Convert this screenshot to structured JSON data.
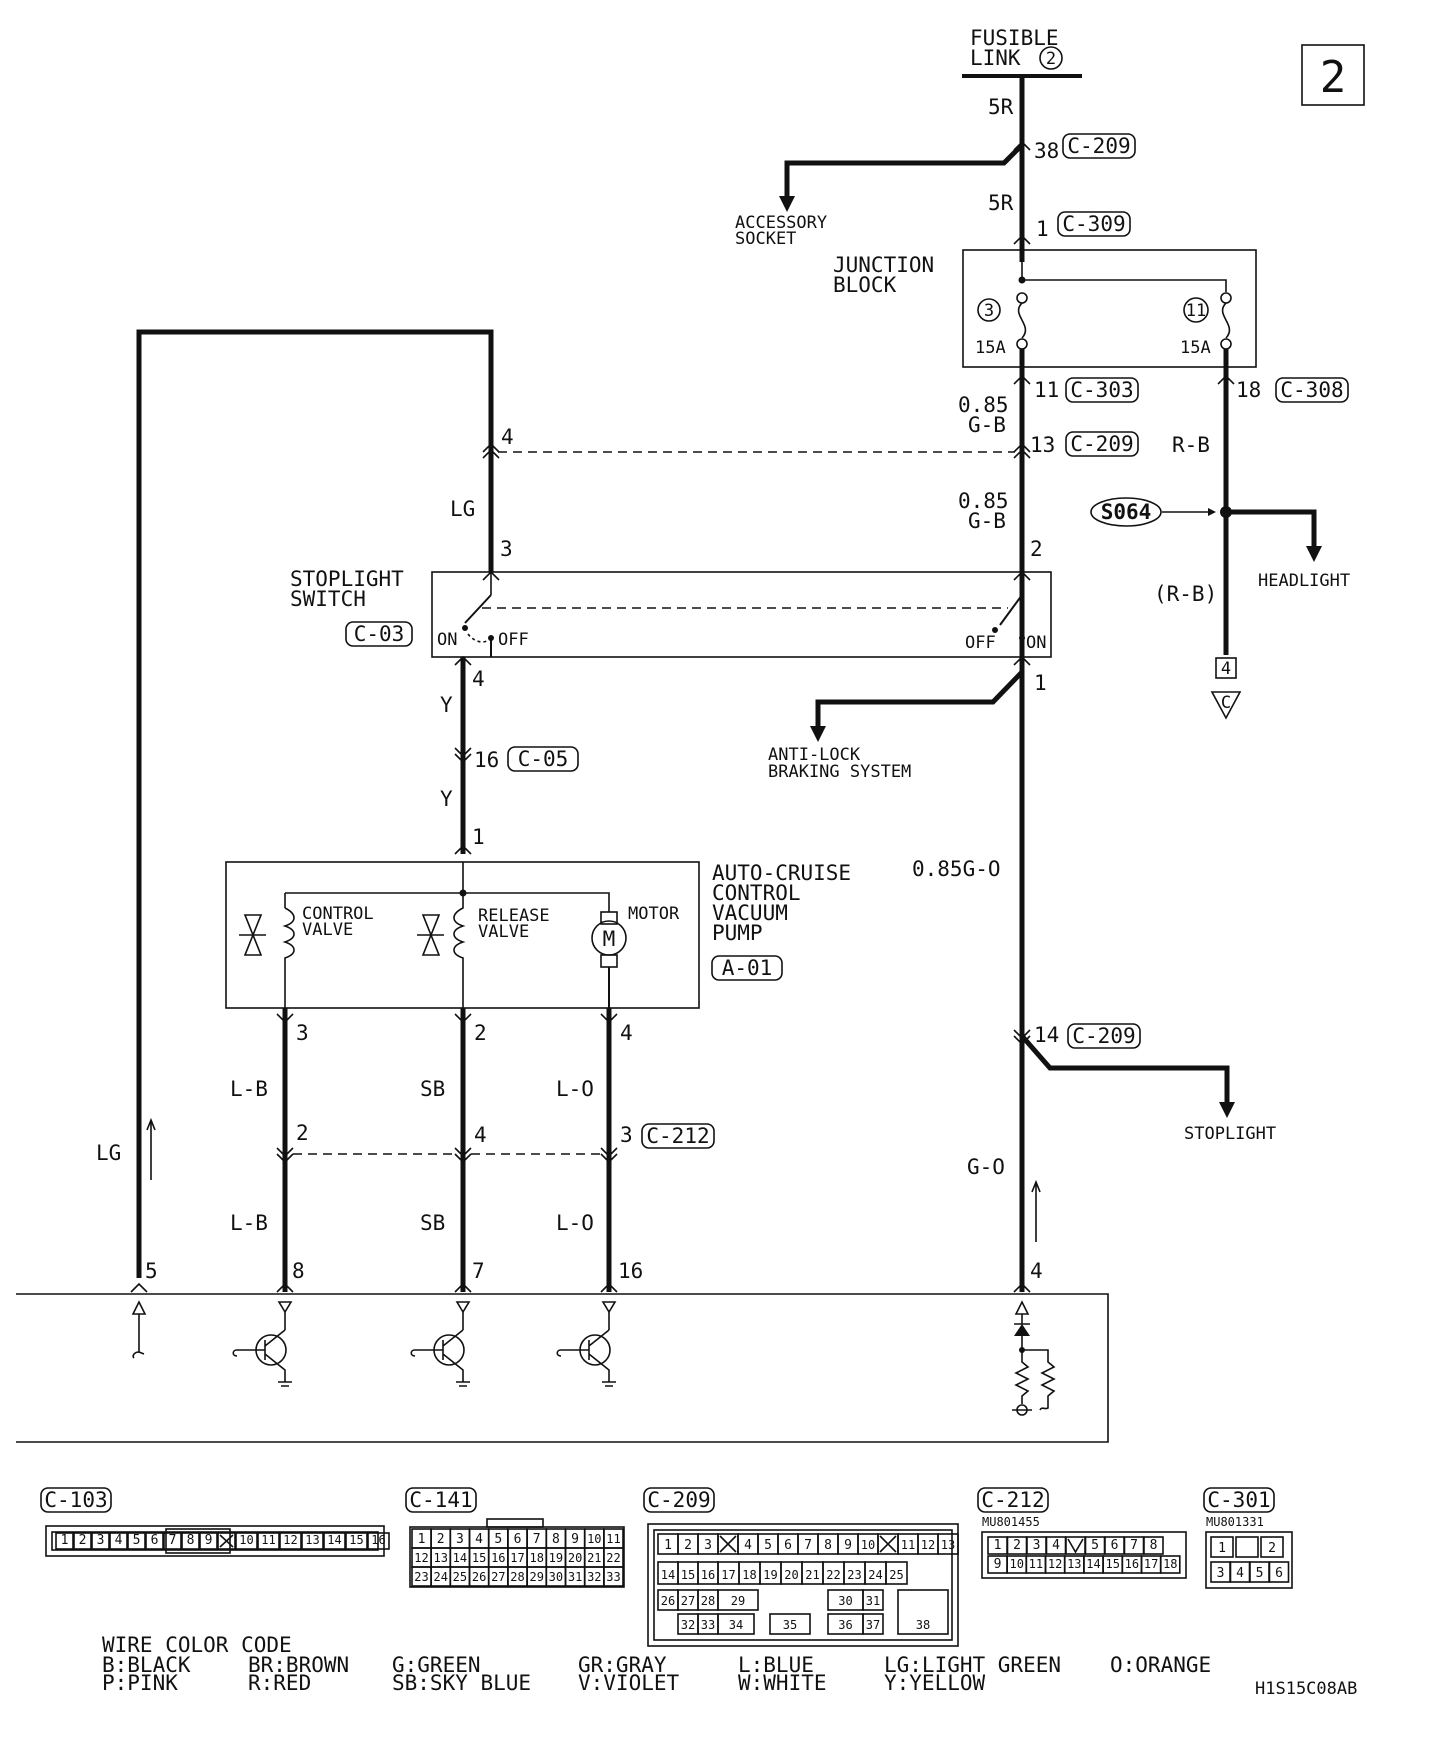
{
  "page_number": "2",
  "fusible_link": {
    "line1": "FUSIBLE",
    "line2": "LINK",
    "number": "2"
  },
  "wires": {
    "fusible_out": "5R",
    "to_junction": "5R",
    "fuse3_out_size": "0.85",
    "fuse3_out_color": "G-B",
    "after_c209_13_size": "0.85",
    "after_c209_13_color": "G-B",
    "fuse11_out": "R-B",
    "headlight_branch": "(R-B)",
    "lg_top": "LG",
    "y_upper": "Y",
    "y_lower": "Y",
    "go_upper": "0.85G-O",
    "go_lower": "G-O",
    "lb_upper": "L-B",
    "lb_lower": "L-B",
    "sb_upper": "SB",
    "sb_lower": "SB",
    "lo_upper": "L-O",
    "lo_lower": "L-O",
    "lg_left": "LG"
  },
  "connectors": {
    "c209_38": {
      "pin": "38",
      "name": "C-209"
    },
    "c309_1": {
      "pin": "1",
      "name": "C-309"
    },
    "c303_11": {
      "pin": "11",
      "name": "C-303"
    },
    "c308_18": {
      "pin": "18",
      "name": "C-308"
    },
    "c209_13": {
      "pin": "13",
      "name": "C-209"
    },
    "c05_16": {
      "pin": "16",
      "name": "C-05"
    },
    "c209_14": {
      "pin": "14",
      "name": "C-209"
    },
    "c212_3": {
      "pin": "3",
      "name": "C-212"
    }
  },
  "pins": {
    "lg_pin4": "4",
    "switch_pin3": "3",
    "switch_pin2": "2",
    "switch_pin4": "4",
    "switch_pin1": "1",
    "pump_pin1": "1",
    "pump_pin3": "3",
    "pump_pin2": "2",
    "pump_pin4": "4",
    "c212_pin2": "2",
    "c212_pin4": "4",
    "ecu_pin5": "5",
    "ecu_pin8": "8",
    "ecu_pin7": "7",
    "ecu_pin16": "16",
    "ecu_pin4": "4",
    "ground_pin": "4",
    "ground_letter": "C"
  },
  "labels": {
    "accessory_socket_1": "ACCESSORY",
    "accessory_socket_2": "SOCKET",
    "junction_block_1": "JUNCTION",
    "junction_block_2": "BLOCK",
    "fuse3_num": "3",
    "fuse3_rating": "15A",
    "fuse11_num": "11",
    "fuse11_rating": "15A",
    "splice": "S064",
    "headlight": "HEADLIGHT",
    "stoplight_switch_1": "STOPLIGHT",
    "stoplight_switch_2": "SWITCH",
    "stoplight_switch_conn": "C-03",
    "on_left": "ON",
    "off_left": "OFF",
    "off_right": "OFF",
    "on_right": "ON",
    "abs_1": "ANTI-LOCK",
    "abs_2": "BRAKING SYSTEM",
    "pump_1": "AUTO-CRUISE",
    "pump_2": "CONTROL",
    "pump_3": "VACUUM",
    "pump_4": "PUMP",
    "pump_conn": "A-01",
    "control_valve_1": "CONTROL",
    "control_valve_2": "VALVE",
    "release_valve_1": "RELEASE",
    "release_valve_2": "VALVE",
    "motor": "MOTOR",
    "motor_symbol": "M",
    "stoplight": "STOPLIGHT"
  },
  "connector_views": [
    {
      "name": "C-103",
      "part": "",
      "rows": [
        [
          "1",
          "2",
          "3",
          "4",
          "5",
          "6",
          "7",
          "8",
          "9",
          "X",
          "10",
          "11",
          "12",
          "13",
          "14",
          "15",
          "16"
        ]
      ]
    },
    {
      "name": "C-141",
      "part": "",
      "rows": [
        [
          "1",
          "2",
          "3",
          "4",
          "5",
          "6",
          "7",
          "8",
          "9",
          "10",
          "11"
        ],
        [
          "12",
          "13",
          "14",
          "15",
          "16",
          "17",
          "18",
          "19",
          "20",
          "21",
          "22"
        ],
        [
          "23",
          "24",
          "25",
          "26",
          "27",
          "28",
          "29",
          "30",
          "31",
          "32",
          "33"
        ]
      ]
    },
    {
      "name": "C-209",
      "part": "",
      "rows": [
        [
          "1",
          "2",
          "3",
          "X",
          "4",
          "5",
          "6",
          "7",
          "8",
          "9",
          "10",
          "X",
          "11",
          "12",
          "13"
        ],
        [
          "14",
          "15",
          "16",
          "17",
          "18",
          "19",
          "20",
          "21",
          "22",
          "23",
          "24",
          "25"
        ],
        [
          "26",
          "27",
          "28",
          "29",
          "30",
          "31",
          "38"
        ],
        [
          "32",
          "33",
          "34",
          "35",
          "36",
          "37"
        ]
      ]
    },
    {
      "name": "C-212",
      "part": "MU801455",
      "rows": [
        [
          "1",
          "2",
          "3",
          "4",
          "V",
          "5",
          "6",
          "7",
          "8"
        ],
        [
          "9",
          "10",
          "11",
          "12",
          "13",
          "14",
          "15",
          "16",
          "17",
          "18"
        ]
      ]
    },
    {
      "name": "C-301",
      "part": "MU801331",
      "rows": [
        [
          "1",
          "",
          "2"
        ],
        [
          "3",
          "4",
          "5",
          "6"
        ]
      ]
    }
  ],
  "legend": {
    "title": "WIRE COLOR CODE",
    "row1": [
      {
        "code": "B",
        "name": "BLACK"
      },
      {
        "code": "BR",
        "name": "BROWN"
      },
      {
        "code": "G",
        "name": "GREEN"
      },
      {
        "code": "GR",
        "name": "GRAY"
      },
      {
        "code": "L",
        "name": "BLUE"
      },
      {
        "code": "LG",
        "name": "LIGHT GREEN"
      },
      {
        "code": "O",
        "name": "ORANGE"
      }
    ],
    "row2": [
      {
        "code": "P",
        "name": "PINK"
      },
      {
        "code": "R",
        "name": "RED"
      },
      {
        "code": "SB",
        "name": "SKY BLUE"
      },
      {
        "code": "V",
        "name": "VIOLET"
      },
      {
        "code": "W",
        "name": "WHITE"
      },
      {
        "code": "Y",
        "name": "YELLOW"
      }
    ]
  },
  "figure_code": "H1S15C08AB"
}
